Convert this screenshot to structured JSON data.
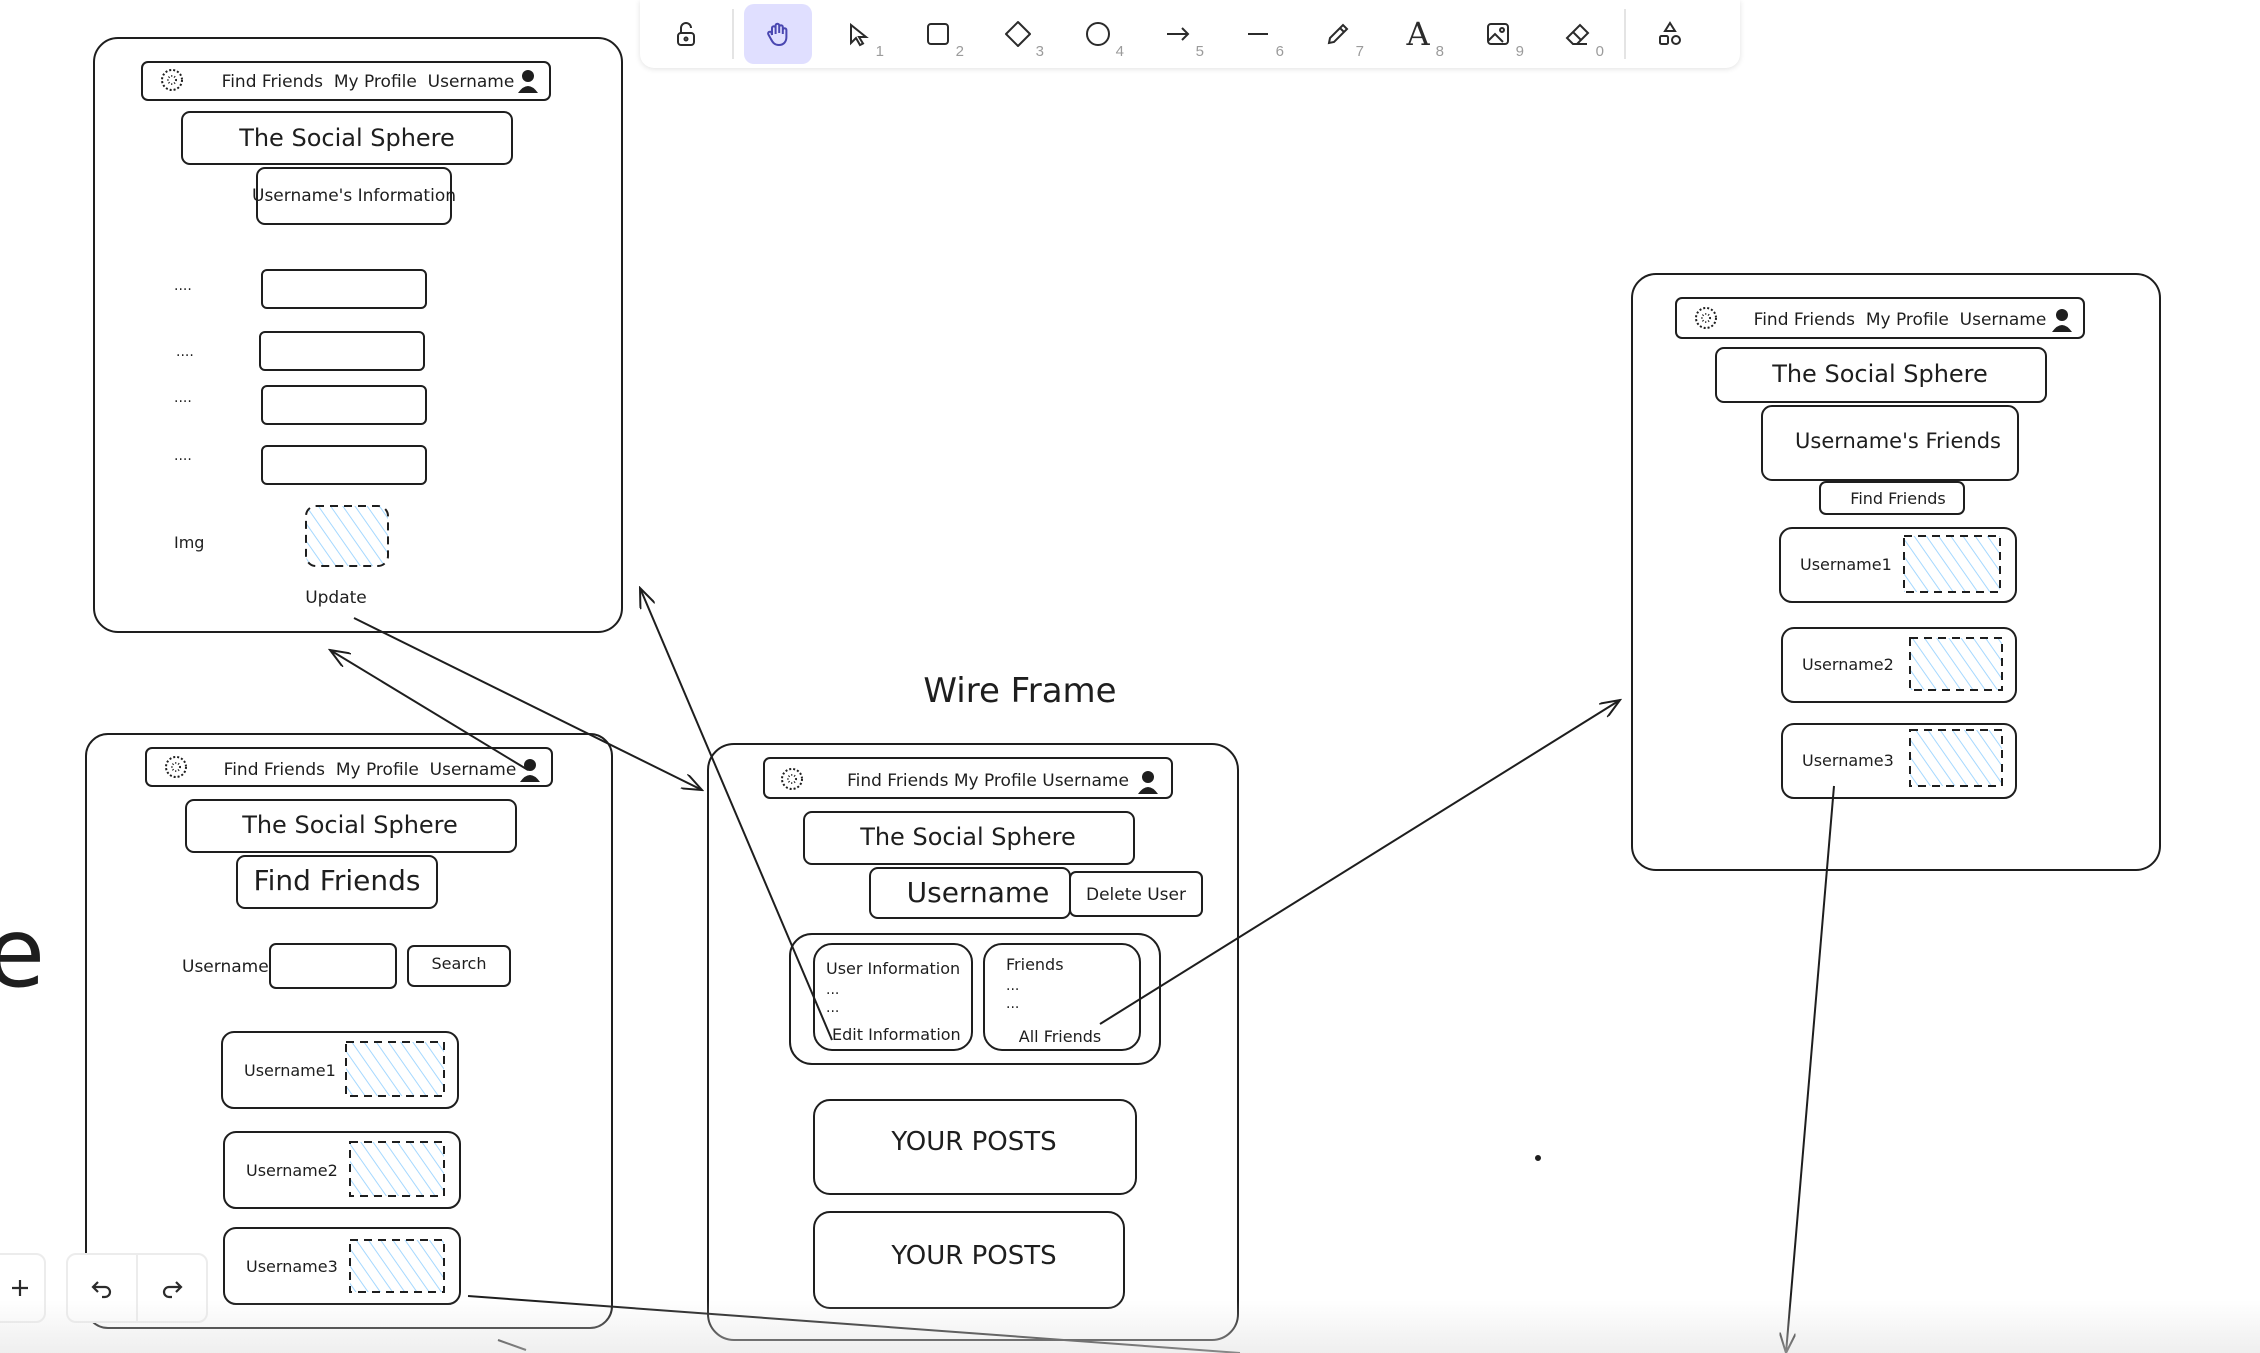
{
  "toolbar": {
    "tools": [
      {
        "name": "lock-tool",
        "icon": "lock-open-icon",
        "key": ""
      },
      {
        "name": "hand-tool",
        "icon": "hand-icon",
        "key": "",
        "active": true
      },
      {
        "name": "selection-tool",
        "icon": "pointer-icon",
        "key": "1"
      },
      {
        "name": "rectangle-tool",
        "icon": "square-icon",
        "key": "2"
      },
      {
        "name": "diamond-tool",
        "icon": "diamond-icon",
        "key": "3"
      },
      {
        "name": "ellipse-tool",
        "icon": "circle-icon",
        "key": "4"
      },
      {
        "name": "arrow-tool",
        "icon": "arrow-icon",
        "key": "5"
      },
      {
        "name": "line-tool",
        "icon": "line-icon",
        "key": "6"
      },
      {
        "name": "draw-tool",
        "icon": "pencil-icon",
        "key": "7"
      },
      {
        "name": "text-tool",
        "icon": "text-icon",
        "key": "8"
      },
      {
        "name": "image-tool",
        "icon": "image-icon",
        "key": "9"
      },
      {
        "name": "eraser-tool",
        "icon": "eraser-icon",
        "key": "0"
      },
      {
        "name": "more-shapes-tool",
        "icon": "shapes-icon",
        "key": ""
      }
    ],
    "active_color": "#e0dfff"
  },
  "canvas": {
    "title": "Wire Frame",
    "edge_fragment": "e",
    "common": {
      "nav_text": "Find Friends  My Profile  Username",
      "nav_text_main": "Find Friends My Profile Username",
      "site_title": "The Social Sphere"
    },
    "profile_edit": {
      "header": "Username's Information",
      "field_labels": [
        "....",
        "....",
        "....",
        "...."
      ],
      "img_label": "Img",
      "update_label": "Update"
    },
    "find_friends": {
      "header": "Find Friends",
      "username_label": "Username",
      "search_label": "Search",
      "results": [
        "Username1",
        "Username2",
        "Username3"
      ]
    },
    "main_profile": {
      "username": "Username",
      "delete_label": "Delete User",
      "user_info_title": "User Information",
      "user_info_lines": [
        "...",
        "..."
      ],
      "edit_label": "Edit Information",
      "friends_title": "Friends",
      "friends_lines": [
        "...",
        "..."
      ],
      "all_friends_label": "All Friends",
      "posts": [
        "YOUR POSTS",
        "YOUR POSTS"
      ]
    },
    "friends_list": {
      "header": "Username's Friends",
      "find_label": "Find Friends",
      "friends": [
        "Username1",
        "Username2",
        "Username3"
      ]
    },
    "colors": {
      "stroke": "#1e1e1e",
      "hatch": "#a5d8ff"
    }
  },
  "bottom": {
    "zoom_in_icon": "plus-icon",
    "undo_icon": "undo-icon",
    "redo_icon": "redo-icon"
  }
}
